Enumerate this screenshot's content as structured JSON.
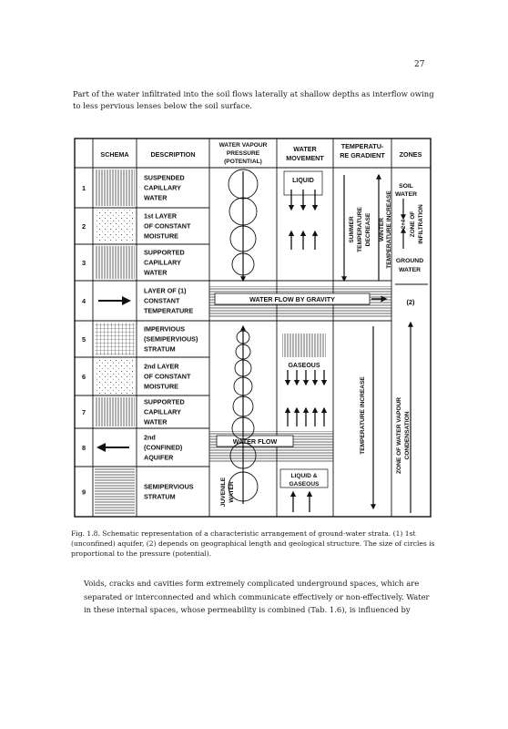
{
  "page_number": "27",
  "intro_text": "Part of the water infiltrated into the soil flows laterally at shallow depths as interflow owing to less pervious lenses below the soil surface.",
  "table": {
    "headers": {
      "schema": "SCHEMA",
      "description": "DESCRIPTION",
      "vapour": [
        "WATER VAPOUR",
        "PRESSURE",
        "(POTENTIAL)"
      ],
      "movement": [
        "WATER",
        "MOVEMENT"
      ],
      "gradient": [
        "TEMPERATU-",
        "RE GRADIENT"
      ],
      "zones": "ZONES"
    },
    "rows": [
      {
        "num": "1",
        "desc": [
          "SUSPENDED",
          "CAPILLARY",
          "WATER"
        ]
      },
      {
        "num": "2",
        "desc": [
          "1st  LAYER",
          "OF CONSTANT",
          "MOISTURE"
        ]
      },
      {
        "num": "3",
        "desc": [
          "SUPPORTED",
          "CAPILLARY",
          "WATER"
        ]
      },
      {
        "num": "4",
        "desc": [
          "LAYER OF (1)",
          "CONSTANT",
          "TEMPERATURE"
        ]
      },
      {
        "num": "5",
        "desc": [
          "IMPERVIOUS",
          "(SEMIPERVIOUS)",
          "STRATUM"
        ]
      },
      {
        "num": "6",
        "desc": [
          "2nd LAYER",
          "OF CONSTANT",
          "MOISTURE"
        ]
      },
      {
        "num": "7",
        "desc": [
          "SUPPORTED",
          "CAPILLARY",
          "WATER"
        ]
      },
      {
        "num": "8",
        "desc": [
          "2nd",
          "(CONFINED)",
          "AQUIFER"
        ]
      },
      {
        "num": "9",
        "desc": [
          "SEMIPERVIOUS",
          "STRATUM"
        ]
      }
    ],
    "labels": {
      "liquid": "LIQUID",
      "gaseous": "GASEOUS",
      "liquid_gaseous": [
        "LIQUID &",
        "GASEOUS"
      ],
      "flow_gravity": "WATER FLOW BY GRAVITY",
      "water_flow": "WATER FLOW",
      "juvenile_water": [
        "JUVENILE",
        "WATER"
      ],
      "summer": [
        "SUMMER",
        "TEMPERATURE",
        "DECREASE"
      ],
      "winter": [
        "WINTER",
        "TEMPERATURE INCREASE"
      ],
      "temp_increase": "TEMPERATURE  INCREASE",
      "soil_water": [
        "SOIL",
        "WATER"
      ],
      "zone_infiltration": [
        "ZONE  OF",
        "INFILTRATION"
      ],
      "zone_numbers": "2+4",
      "ground_water": [
        "GROUND",
        "WATER"
      ],
      "zone_2": "(2)",
      "zone_condensation": [
        "ZONE OF WATER VAPOUR",
        "CONDENSATION"
      ]
    }
  },
  "caption": "Fig. 1.8. Schematic representation of a characteristic arrangement of ground-water strata. (1) 1st (unconfined) aquifer, (2) depends on geographical length and geological structure. The size of circles is proportional to the pressure (potential).",
  "body_text": "Voids, cracks and cavities form extremely complicated underground spaces, which are separated or interconnected and which communicate effectively or non-effectively. Water in these internal spaces, whose permeability is combined (Tab. 1.6), is influenced by"
}
